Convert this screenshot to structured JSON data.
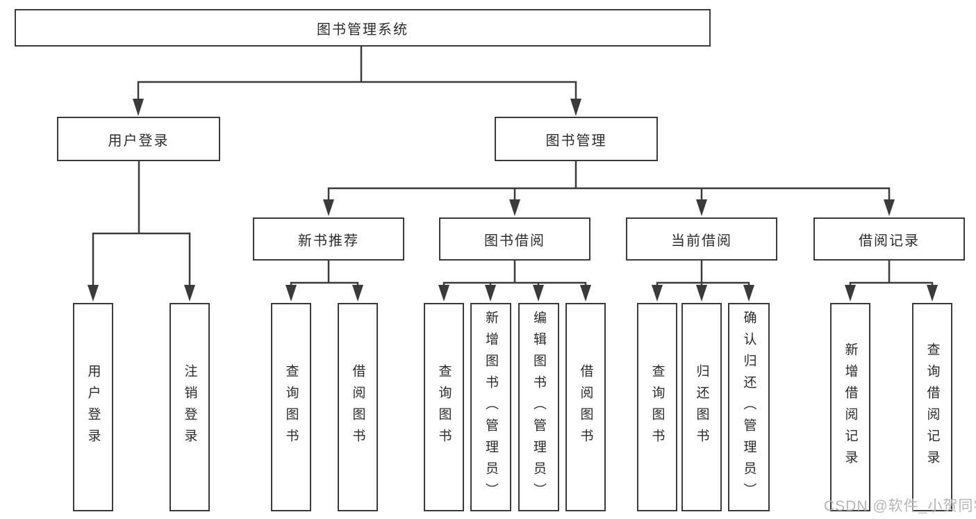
{
  "colors": {
    "line": "#3a3a3a",
    "text": "#2b2b2b",
    "watermark_color": "#b5b5b5",
    "background": "#ffffff"
  },
  "tree": {
    "root": "图书管理系统",
    "level1": {
      "user_login": "用户登录",
      "book_mgmt": "图书管理"
    },
    "level2": {
      "new_books": "新书推荐",
      "book_borrow": "图书借阅",
      "current_borrow": "当前借阅",
      "borrow_records": "借阅记录"
    },
    "leaves": {
      "login": [
        "用户登录",
        "注销登录"
      ],
      "new_books": [
        "查询图书",
        "借阅图书"
      ],
      "book_borrow": [
        "查询图书",
        "新增图书（管理员）",
        "编辑图书（管理员）",
        "借阅图书"
      ],
      "current_borrow": [
        "查询图书",
        "归还图书",
        "确认归还（管理员）"
      ],
      "borrow_records": [
        "新增借阅记录",
        "查询借阅记录"
      ]
    }
  },
  "watermark": "CSDN @软件_小贺同学"
}
